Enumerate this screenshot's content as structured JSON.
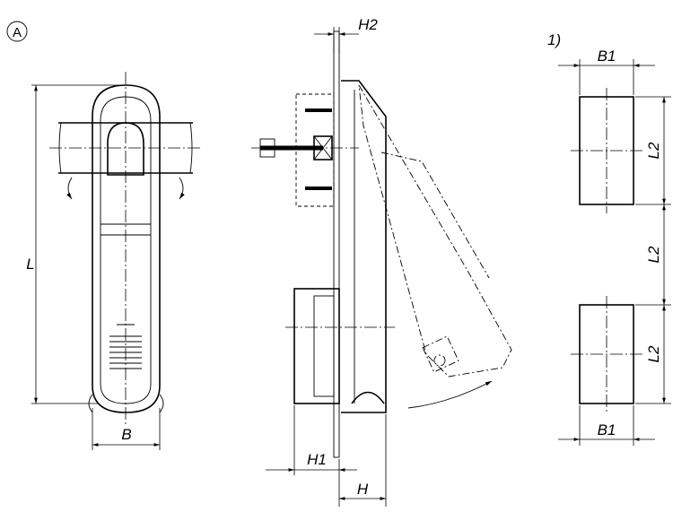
{
  "view_marker": "A",
  "footnote": "1)",
  "left_view": {
    "length_label": "L",
    "width_label": "B"
  },
  "side_view": {
    "h2_label": "H2",
    "h1_label": "H1",
    "h_label": "H"
  },
  "cutout_view": {
    "b1_top_label": "B1",
    "b1_bottom_label": "B1",
    "l2_top_label": "L2",
    "l2_middle_label": "L2",
    "l2_bottom_label": "L2"
  }
}
